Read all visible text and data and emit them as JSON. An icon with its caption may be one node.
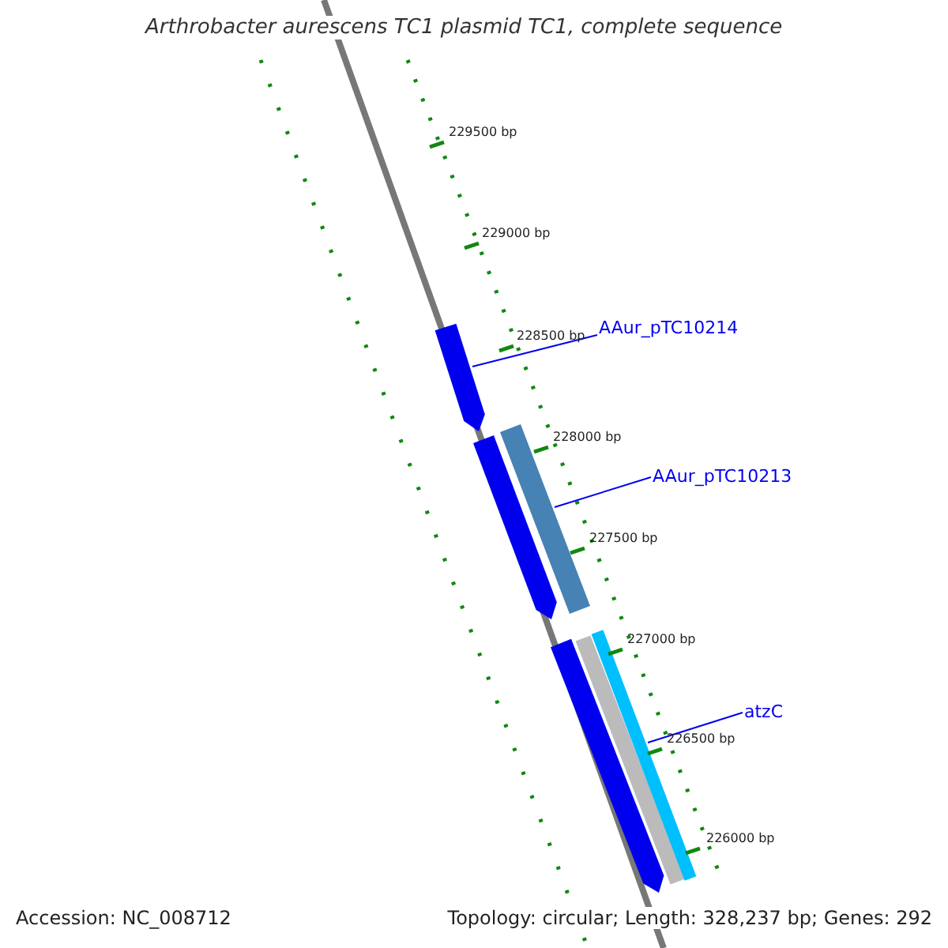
{
  "diagram": {
    "title": "Arthrobacter aurescens TC1 plasmid TC1, complete sequence",
    "nodes": [
      {
        "text": [
          "AAur_pTC10214"
        ]
      },
      {
        "text": [],
        "shape": "arrow"
      },
      {
        "text": [
          "AAur_pTC10213"
        ]
      },
      {
        "text": [],
        "shape": "arrow"
      },
      {
        "text": [],
        "shape": "bar"
      },
      {
        "text": [
          "atzC"
        ]
      },
      {
        "text": [],
        "shape": "arrow"
      },
      {
        "text": [],
        "shape": "bar"
      },
      {
        "text": [],
        "shape": "bar"
      }
    ],
    "edges": [
      {
        "from": 0,
        "to": 1,
        "arrow": "none"
      },
      {
        "from": 2,
        "to": 4,
        "arrow": "none"
      },
      {
        "from": 5,
        "to": 8,
        "arrow": "none"
      }
    ],
    "labels": [
      "229500 bp",
      "229000 bp",
      "228500 bp",
      "228000 bp",
      "227500 bp",
      "227000 bp",
      "226500 bp",
      "226000 bp",
      "Accession: NC_008712",
      "Topology: circular; Length: 328,237 bp; Genes: 292"
    ]
  }
}
